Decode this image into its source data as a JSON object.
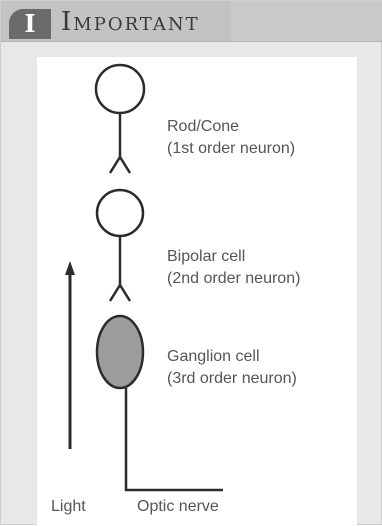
{
  "header": {
    "badge": "I",
    "title": "Important"
  },
  "diagram": {
    "neurons": [
      {
        "name": "Rod/Cone",
        "order": "(1st order neuron)"
      },
      {
        "name": "Bipolar cell",
        "order": "(2nd order neuron)"
      },
      {
        "name": "Ganglion cell",
        "order": "(3rd order neuron)"
      }
    ],
    "light_label": "Light",
    "nerve_label": "Optic nerve",
    "colors": {
      "ganglion_fill": "#9c9c9c",
      "stroke": "#2b2b2b"
    }
  }
}
